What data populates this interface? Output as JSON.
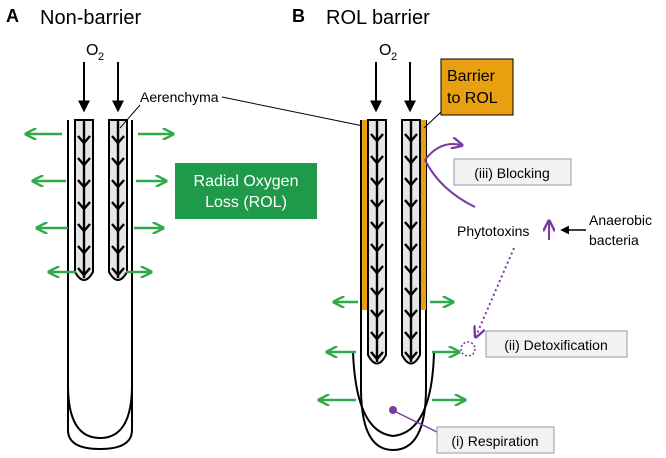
{
  "panel_a": {
    "letter": "A",
    "title": "Non-barrier",
    "oxygen": "O",
    "oxygen_subscript": "2",
    "aerenchyma_label": "Aerenchyma",
    "rol_box_line1": "Radial Oxygen",
    "rol_box_line2": "Loss (ROL)"
  },
  "panel_b": {
    "letter": "B",
    "title": "ROL barrier",
    "oxygen": "O",
    "oxygen_subscript": "2",
    "barrier_box_line1": "Barrier",
    "barrier_box_line2": "to ROL",
    "blocking_label": "(iii) Blocking",
    "phytotoxins_label": "Phytotoxins",
    "anaerobic_line1": "Anaerobic",
    "anaerobic_line2": "bacteria",
    "detox_label": "(ii) Detoxification",
    "respiration_label": "(i) Respiration"
  },
  "colors": {
    "rol_arrow": "#2eaa4a",
    "rol_box": "#1f9a4a",
    "barrier": "#e8a010",
    "purple": "#7a3aa0",
    "channel_fill": "#e6e6e6",
    "label_box_fill": "#f2f2f2"
  }
}
